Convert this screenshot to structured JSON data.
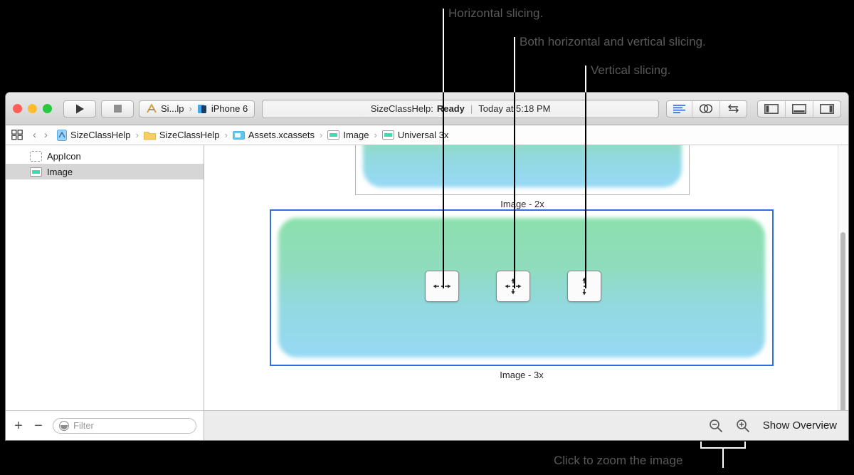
{
  "annotations": {
    "horizontal": "Horizontal slicing.",
    "both": "Both horizontal and vertical slicing.",
    "vertical": "Vertical slicing.",
    "zoom_caption": "Click to zoom the image"
  },
  "window": {
    "toolbar": {
      "run_label": "Run",
      "stop_label": "Stop",
      "scheme_project": "Si...lp",
      "scheme_device": "iPhone 6",
      "scheme_separator": "›",
      "status_project": "SizeClassHelp:",
      "status_state": "Ready",
      "status_separator": "|",
      "status_time": "Today at 5:18 PM",
      "editor_buttons": [
        "standard-editor",
        "assistant-editor",
        "version-editor"
      ],
      "view_buttons": [
        "navigator-toggle",
        "debug-area-toggle",
        "utilities-toggle"
      ]
    },
    "jumpbar": {
      "related_items_label": "Related Items",
      "back_label": "‹",
      "forward_label": "›",
      "crumbs": [
        {
          "label": "SizeClassHelp",
          "icon": "project-icon"
        },
        {
          "label": "SizeClassHelp",
          "icon": "folder-icon"
        },
        {
          "label": "Assets.xcassets",
          "icon": "xcassets-icon"
        },
        {
          "label": "Image",
          "icon": "imageset-icon"
        },
        {
          "label": "Universal 3x",
          "icon": "imageset-icon"
        }
      ],
      "separator": "›"
    },
    "sidebar": {
      "items": [
        {
          "label": "AppIcon",
          "icon": "appicon-icon",
          "selected": false
        },
        {
          "label": "Image",
          "icon": "imageset-icon",
          "selected": true
        }
      ],
      "add_label": "+",
      "remove_label": "−",
      "filter_placeholder": "Filter",
      "filter_value": ""
    },
    "editor": {
      "assets": [
        {
          "caption": "Image - 2x",
          "selected": false
        },
        {
          "caption": "Image - 3x",
          "selected": true
        }
      ],
      "slice_buttons": [
        {
          "name": "horizontal-slicing-button",
          "icon": "arrows-left-right-icon"
        },
        {
          "name": "both-slicing-button",
          "icon": "arrows-four-way-icon"
        },
        {
          "name": "vertical-slicing-button",
          "icon": "arrows-up-down-icon"
        }
      ],
      "zoom_out_label": "Zoom Out",
      "zoom_in_label": "Zoom In",
      "show_overview_label": "Show Overview"
    }
  },
  "colors": {
    "traffic_close": "#ff5f57",
    "traffic_min": "#ffbd2e",
    "traffic_max": "#28c840",
    "selection_blue": "#2f6fe0",
    "image_gradient_top": "#8ce0ac",
    "image_gradient_bottom": "#97d9f5",
    "imageset_green": "#3ddcb0",
    "annotation_text": "#595959"
  }
}
